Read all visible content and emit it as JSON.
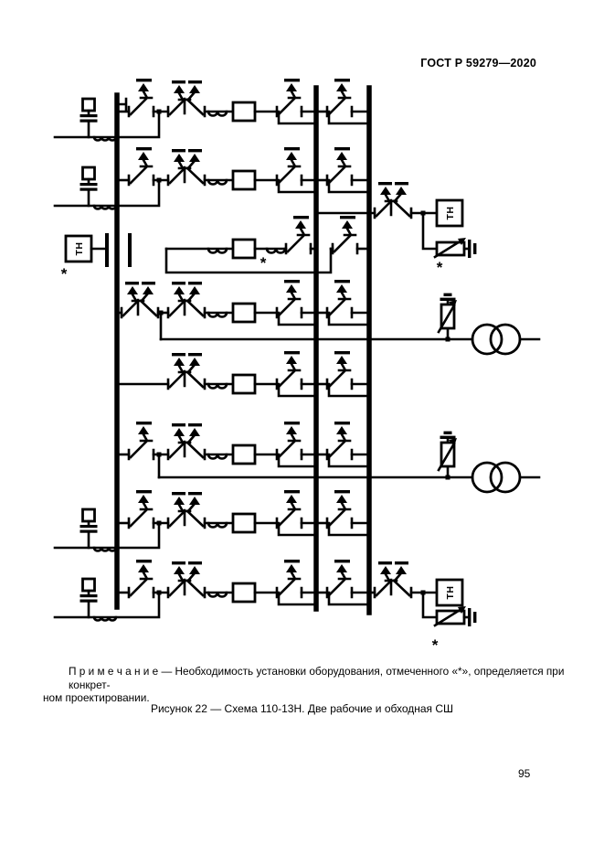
{
  "page": {
    "header": "ГОСТ Р 59279—2020",
    "number": "95"
  },
  "note": {
    "line1": "П р и м е ч а н и е  — Необходимость установки оборудования, отмеченного «*», определяется при конкрет-",
    "line2": "ном проектировании."
  },
  "caption": "Рисунок 22 — Схема 110-13Н. Две рабочие и обходная СШ",
  "diagram": {
    "vt_label": "ТН",
    "asterisk": "*"
  }
}
